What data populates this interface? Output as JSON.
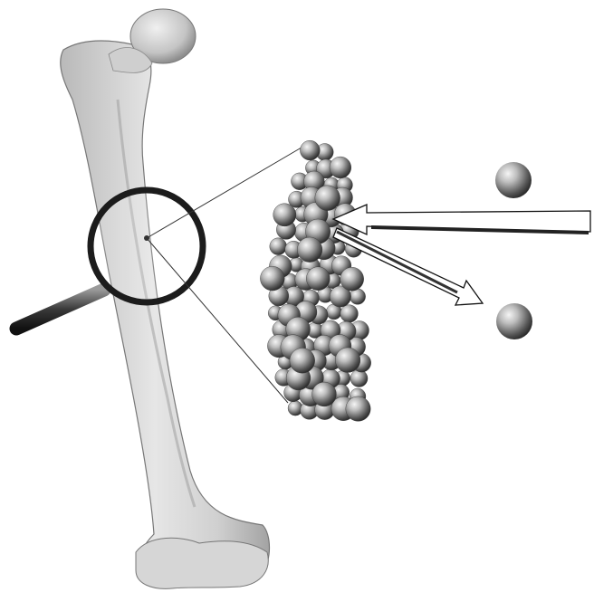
{
  "figure": {
    "bone": "femur",
    "magnifier": "magnifying-glass-icon",
    "cluster": "particle-cluster",
    "incoming_particle": "sphere",
    "outgoing_particle": "sphere",
    "colors": {
      "background": "#ffffff",
      "bone_fill": "#d9d9d9",
      "bone_shadow": "#a8a8a8",
      "outline": "#111111",
      "sphere_light": "#f2f2f2",
      "sphere_dark": "#3a3a3a"
    }
  }
}
